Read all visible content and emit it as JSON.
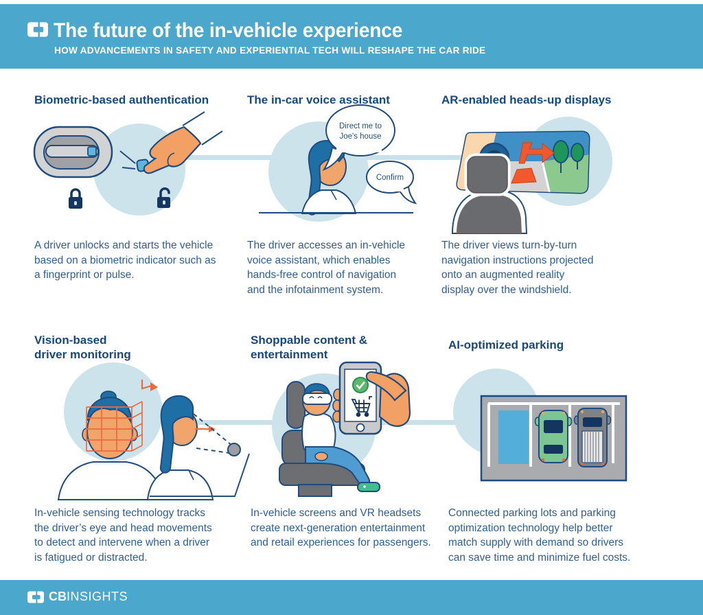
{
  "header": {
    "title": "The future of the in-vehicle experience",
    "subtitle": "HOW ADVANCEMENTS IN SAFETY AND EXPERIENTIAL TECH WILL RESHAPE THE CAR RIDE"
  },
  "panels": [
    {
      "title": "Biometric-based authentication",
      "description": "A driver unlocks and starts the vehicle\nbased on a biometric indicator such as\na fingerprint or pulse."
    },
    {
      "title": "The in-car voice assistant",
      "description": "The driver accesses an in-vehicle\nvoice assistant, which enables\nhands-free control of navigation\nand the infotainment system."
    },
    {
      "title": "AR-enabled heads-up displays",
      "description": "The driver views turn-by-turn\nnavigation instructions projected\nonto an augmented reality\ndisplay over the windshield."
    },
    {
      "title": "Vision-based\ndriver monitoring",
      "description": "In-vehicle sensing technology tracks\nthe driver’s eye and head movements\nto detect and intervene when a driver\nis fatigued or distracted."
    },
    {
      "title": "Shoppable content &\nentertainment",
      "description": "In-vehicle screens and VR headsets\ncreate next-generation entertainment\nand retail experiences for passengers."
    },
    {
      "title": "AI-optimized parking",
      "description": "Connected parking lots and parking\noptimization technology help better\nmatch supply with demand so drivers\ncan save time and minimize fuel costs."
    }
  ],
  "illustrations": {
    "voice_bubble_line1": "Direct me to",
    "voice_bubble_line2": "Joe's house",
    "voice_bubble_confirm": "Confirm"
  },
  "footer": {
    "brand_bold": "CB",
    "brand_light": "INSIGHTS"
  },
  "colors": {
    "band_blue": "#4BA7CB",
    "heading_navy": "#17487E",
    "body_text_blue": "#2E5E94",
    "light_blue_circle": "#CCE3EB",
    "skin_orange": "#F2A063",
    "alert_orange": "#F2582B",
    "outline_navy": "#1F4B7E",
    "car_green": "#7CC694"
  }
}
